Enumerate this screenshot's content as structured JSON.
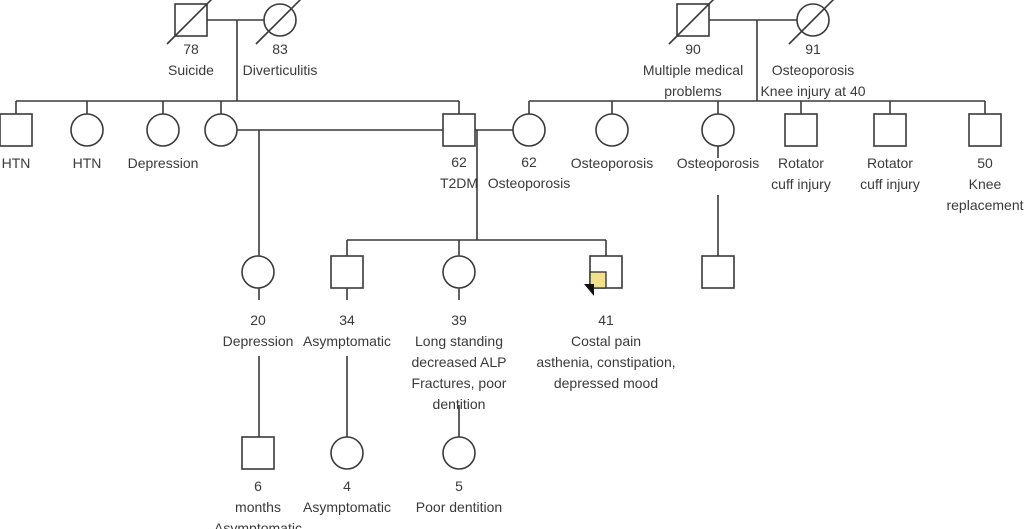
{
  "title": "Family pedigree",
  "colors": {
    "line": "#3a3a3a",
    "affected_fill": "#f2e08a",
    "proband_arrow": "#111111"
  },
  "people": {
    "pgf": {
      "sex": "male",
      "deceased": true,
      "lines": [
        "78",
        "Suicide"
      ]
    },
    "pgm": {
      "sex": "female",
      "deceased": true,
      "lines": [
        "83",
        "Diverticulitis"
      ]
    },
    "mgf": {
      "sex": "male",
      "deceased": true,
      "lines": [
        "90",
        "Multiple medical",
        "problems"
      ]
    },
    "mgm": {
      "sex": "female",
      "deceased": true,
      "lines": [
        "91",
        "Osteoporosis",
        "Knee injury at 40"
      ]
    },
    "pu1": {
      "sex": "male",
      "lines": [
        "HTN"
      ]
    },
    "pa1": {
      "sex": "female",
      "lines": [
        "HTN"
      ]
    },
    "pa2": {
      "sex": "female",
      "lines": [
        "Depression"
      ]
    },
    "fex": {
      "sex": "female",
      "lines": []
    },
    "father": {
      "sex": "male",
      "lines": [
        "62",
        "T2DM"
      ]
    },
    "mother": {
      "sex": "female",
      "lines": [
        "62",
        "Osteoporosis"
      ]
    },
    "ma1": {
      "sex": "female",
      "lines": [
        "Osteoporosis"
      ]
    },
    "ma2": {
      "sex": "female",
      "lines": [
        "Osteoporosis"
      ]
    },
    "mu1": {
      "sex": "male",
      "lines": [
        "Rotator",
        "cuff injury"
      ]
    },
    "mu2": {
      "sex": "male",
      "lines": [
        "Rotator",
        "cuff injury"
      ]
    },
    "mu3": {
      "sex": "male",
      "lines": [
        "50",
        "Knee",
        "replacement"
      ]
    },
    "halfsis": {
      "sex": "female",
      "lines": [
        "20",
        "Depression"
      ]
    },
    "bro": {
      "sex": "male",
      "lines": [
        "34",
        "Asymptomatic"
      ]
    },
    "sis": {
      "sex": "female",
      "lines": [
        "39",
        "Long standing",
        "decreased ALP",
        "Fractures, poor",
        "dentition"
      ]
    },
    "proband": {
      "sex": "male",
      "proband": true,
      "affected": true,
      "lines": [
        "41",
        "Costal pain",
        "asthenia, constipation,",
        "depressed mood"
      ]
    },
    "cousin": {
      "sex": "male",
      "lines": []
    },
    "nephew": {
      "sex": "male",
      "lines": [
        "6",
        "months",
        "Asymptomatic"
      ]
    },
    "niece1": {
      "sex": "female",
      "lines": [
        "4",
        "Asymptomatic"
      ]
    },
    "niece2": {
      "sex": "female",
      "lines": [
        "5",
        "Poor dentition"
      ]
    }
  }
}
